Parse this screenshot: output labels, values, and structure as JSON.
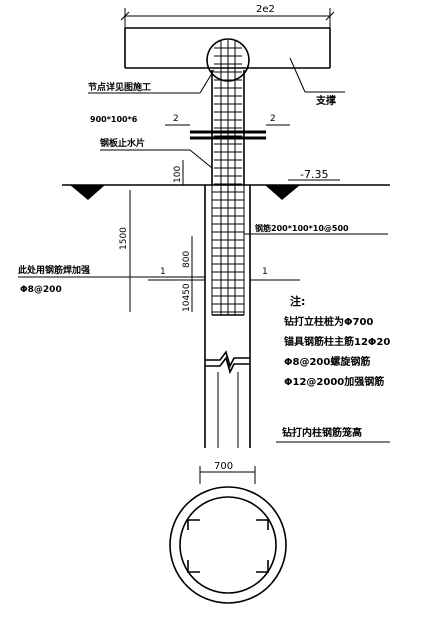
{
  "dimensions": {
    "top_width": "2e2",
    "pile_diameter": "700",
    "height_1500": "1500",
    "height_100": "100",
    "height_800": "800",
    "height_10450": "10450"
  },
  "labels": {
    "node_note": "节点详见图施工",
    "brace": "支撑",
    "plate": "900*100*6",
    "waterstop": "钢板止水片",
    "elevation": "-7.35",
    "rebar": "钢筋200*100*10@500",
    "weld_reinf": "此处用钢筋焊加强",
    "weld_reinf_spec": "Φ8@200",
    "section_mark": "1",
    "bottom_title": "钻打内柱钢筋笼高"
  },
  "notes": {
    "title": "注:",
    "items": [
      "钻打立柱桩为Φ700",
      "锚具钢筋柱主筋12Φ20",
      "Φ8@200螺旋钢筋",
      "Φ12@2000加强钢筋"
    ]
  }
}
